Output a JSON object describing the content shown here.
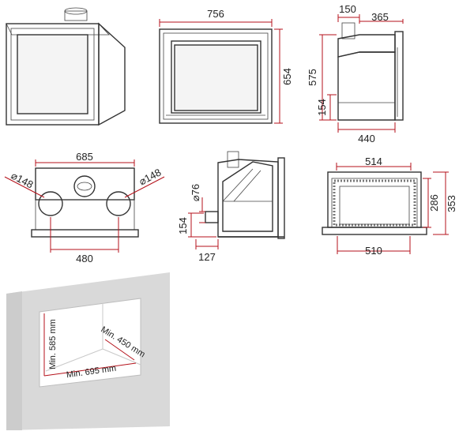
{
  "colors": {
    "dimension_line": "#b5121b",
    "outline": "#333333",
    "wall": "#dcdcdc"
  },
  "front_view": {
    "width": "756",
    "height": "654"
  },
  "side_view": {
    "top_offset": "150",
    "top_depth": "365",
    "height": "575",
    "bottom_height": "154",
    "depth": "440"
  },
  "top_view": {
    "width": "685",
    "flue_left": "⌀148",
    "flue_right": "⌀148",
    "flue_spacing": "480"
  },
  "section_view": {
    "duct": "⌀76",
    "duct_height": "154",
    "duct_offset": "127"
  },
  "plan_view": {
    "outer_width": "514",
    "inner_width": "510",
    "inner_height": "286",
    "outer_height": "353"
  },
  "niche": {
    "min_height": "Min. 585 mm",
    "min_depth": "Min. 450 mm",
    "min_width": "Min. 695 mm"
  }
}
